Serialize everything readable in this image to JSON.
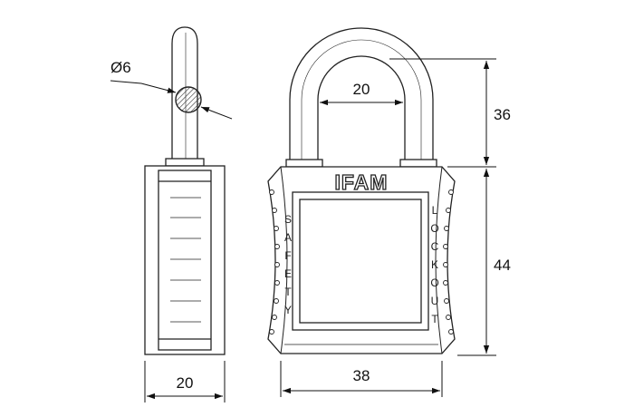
{
  "brand": "IFAM",
  "left_text": [
    "S",
    "A",
    "F",
    "E",
    "T",
    "Y"
  ],
  "right_text": [
    "L",
    "O",
    "C",
    "K",
    "O",
    "U",
    "T"
  ],
  "dimensions": {
    "shackle_diameter": "Ø6",
    "shackle_inner_width": "20",
    "shackle_height": "36",
    "body_height": "44",
    "body_width": "38",
    "body_depth": "20"
  },
  "colors": {
    "line": "#222222",
    "hatch": "#333333",
    "background": "#ffffff"
  }
}
